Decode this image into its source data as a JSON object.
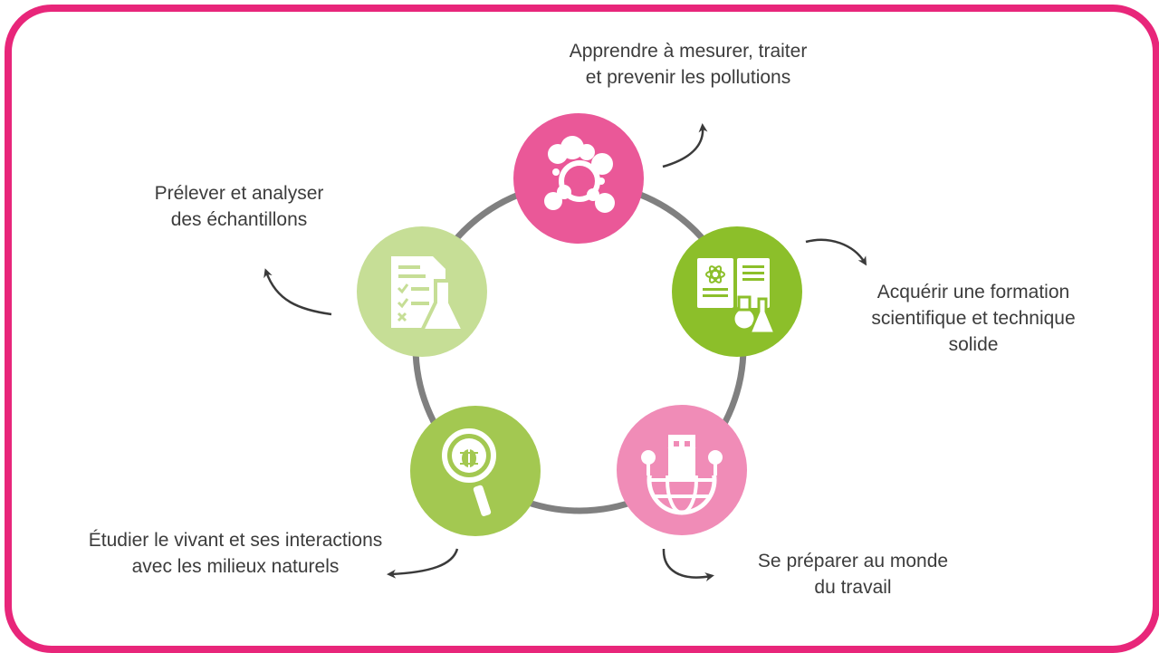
{
  "diagram": {
    "colors": {
      "frame": "#e8267a",
      "ring": "#808080",
      "arrow": "#3a3a3a",
      "pink": "#ea5898",
      "light_pink": "#f08cb7",
      "green": "#8cbf2a",
      "light_green": "#a3c851",
      "pale_green": "#c6de96",
      "text": "#3c3c3c"
    },
    "nodes": [
      {
        "id": "pollution",
        "icon": "pollution-molecule-icon",
        "label": "Apprendre à mesurer, traiter\net prevenir les pollutions"
      },
      {
        "id": "science",
        "icon": "science-book-flask-icon",
        "label": "Acquérir une formation\nscientifique et technique\nsolide"
      },
      {
        "id": "work",
        "icon": "globe-city-icon",
        "label": "Se préparer au monde\ndu travail"
      },
      {
        "id": "living",
        "icon": "magnifier-bug-icon",
        "label": "Étudier le vivant et ses interactions\navec les milieux naturels"
      },
      {
        "id": "samples",
        "icon": "checklist-flask-icon",
        "label": "Prélever et analyser\ndes échantillons"
      }
    ]
  }
}
